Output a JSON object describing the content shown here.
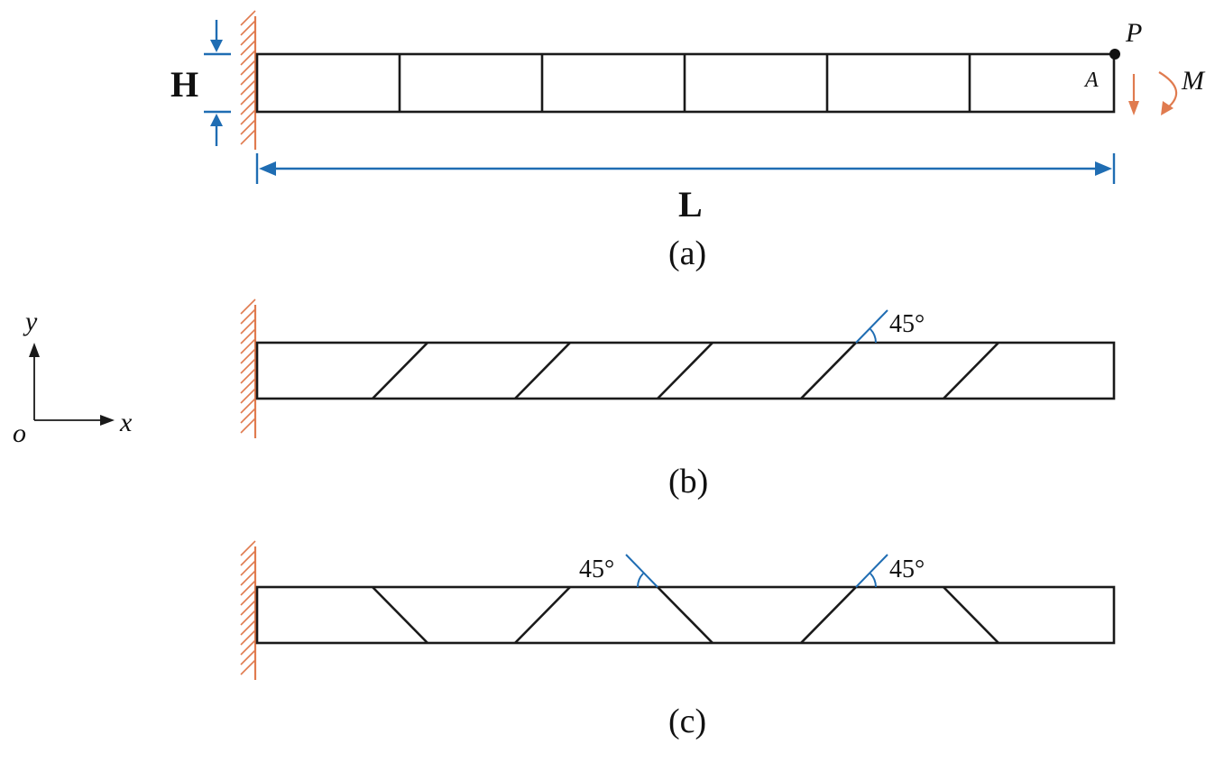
{
  "panels": {
    "a": {
      "caption": "(a)",
      "height_label": "H",
      "length_label": "L",
      "point_label": "A",
      "force_label": "P",
      "moment_label": "M"
    },
    "b": {
      "caption": "(b)",
      "angle_label": "45°"
    },
    "c": {
      "caption": "(c)",
      "angle_label_left": "45°",
      "angle_label_right": "45°"
    }
  },
  "axes": {
    "x_label": "x",
    "y_label": "y",
    "origin_label": "o"
  },
  "colors": {
    "structure": "#1a1a1a",
    "support_and_load": "#e07b4f",
    "dimension": "#1f6db3"
  }
}
